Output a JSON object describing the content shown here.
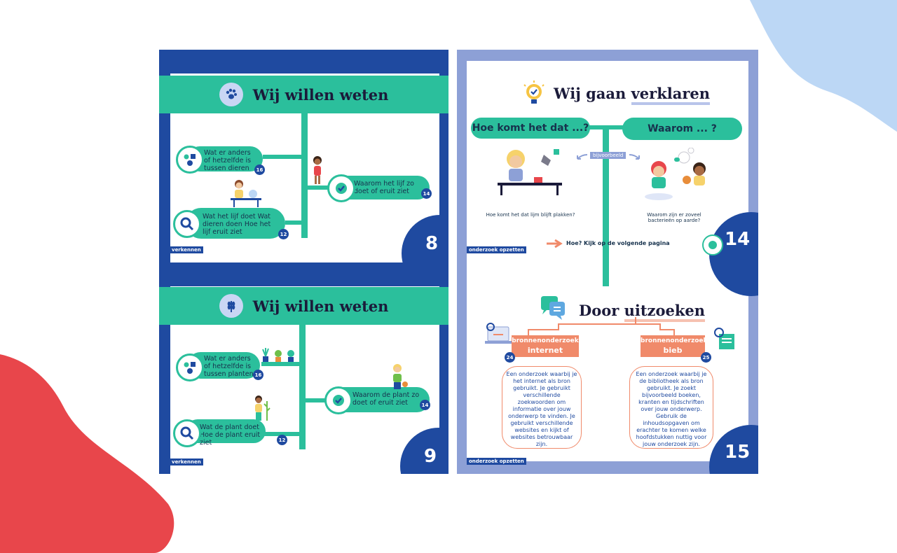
{
  "top_left": {
    "title": "Wij willen weten",
    "items": [
      {
        "text": "Wat er anders of hetzelfde is tussen dieren",
        "badge": "16"
      },
      {
        "text": "Wat het lijf doet Wat dieren doen Hoe het lijf eruit ziet",
        "badge": "12"
      },
      {
        "text": "Waarom het lijf zo doet of eruit ziet",
        "badge": "14"
      }
    ],
    "tag": "verkennen",
    "page_number": "8"
  },
  "bottom_left": {
    "title": "Wij willen weten",
    "items": [
      {
        "text": "Wat er anders of hetzelfde is tussen planten",
        "badge": "16"
      },
      {
        "text": "Wat de plant doet Hoe de plant eruit ziet",
        "badge": "12"
      },
      {
        "text": "Waarom de plant zo doet of eruit ziet",
        "badge": "14"
      }
    ],
    "tag": "verkennen",
    "page_number": "9"
  },
  "top_right": {
    "title_a": "Wij gaan ",
    "title_b": "verklaren",
    "left_pill": "Hoe komt het dat ...?",
    "right_pill": "Waarom ... ?",
    "example_label": "bijvoorbeeld",
    "left_caption": "Hoe komt het dat lijm blijft plakken?",
    "right_caption": "Waarom zijn er zoveel bacterieën op aarde?",
    "next_hint": "Hoe? Kijk op de volgende pagina",
    "tag": "onderzoek opzetten",
    "page_number": "14"
  },
  "bottom_right": {
    "title_a": "Door ",
    "title_b": "uitzoeken",
    "left_box": {
      "line1": "bronnenonderzoek",
      "line2": "internet",
      "badge": "24",
      "body": "Een onderzoek waarbij je het internet als bron gebruikt. Je gebruikt verschillende zoekwoorden om informatie over jouw onderwerp te vinden. Je gebruikt verschillende websites en kijkt of websites betrouwbaar zijn."
    },
    "right_box": {
      "line1": "bronnenonderzoek",
      "line2": "bieb",
      "badge": "25",
      "body": "Een onderzoek waarbij je de bibliotheek als bron gebruikt. Je zoekt bijvoorbeeld boeken, kranten en tijdschriften over jouw onderwerp. Gebruik de inhoudsopgaven om erachter te komen welke hoofdstukken nuttig voor jouw onderzoek zijn."
    },
    "tag": "onderzoek opzetten",
    "page_number": "15"
  },
  "colors": {
    "navy": "#1f4aa0",
    "teal": "#2bbf9c",
    "coral": "#f08a6a",
    "periwinkle": "#8da0d6",
    "red_blob": "#e8464b",
    "blue_blob": "#bcd7f5"
  },
  "icons": [
    "paw-icon",
    "wheat-icon",
    "magnifier-icon",
    "shapes-icon",
    "check-bulb-icon",
    "lightbulb-icon",
    "chat-icon",
    "laptop-icon",
    "book-icon",
    "arrow-icon"
  ]
}
